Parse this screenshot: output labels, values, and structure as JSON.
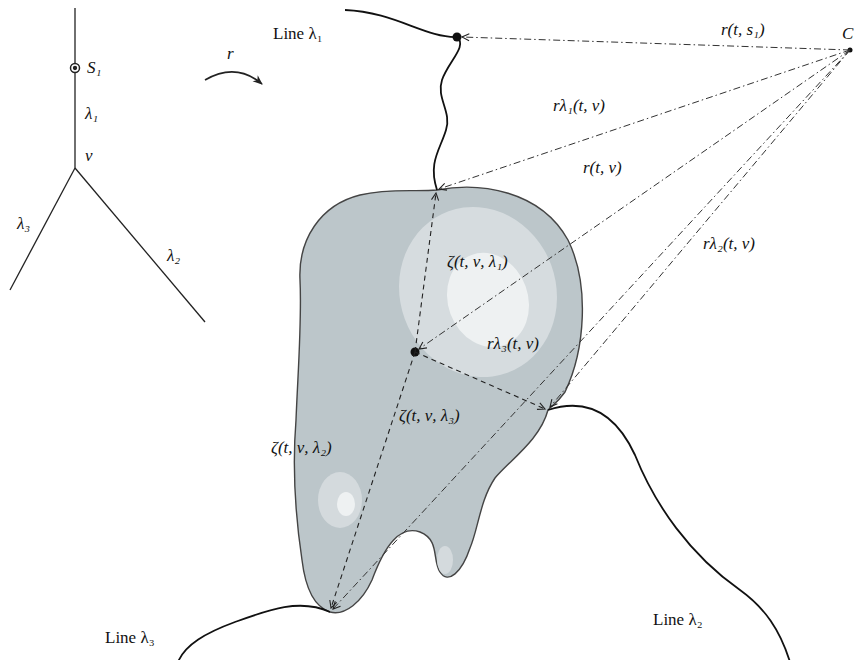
{
  "diagram": {
    "labels": [
      "Line λ₁",
      "r(t, s₁)",
      "C",
      "S₁",
      "λ₁",
      "ν",
      "λ₃",
      "λ₂",
      "r",
      "rλ₁(t, ν)",
      "r(t, ν)",
      "ζ(t, ν, λ₁)",
      "rλ₂(t, ν)",
      "rλ₃(t, ν)",
      "ζ(t, ν, λ₂)",
      "ζ(t, ν, λ₃)",
      "Line λ₂",
      "Line λ₃"
    ]
  }
}
